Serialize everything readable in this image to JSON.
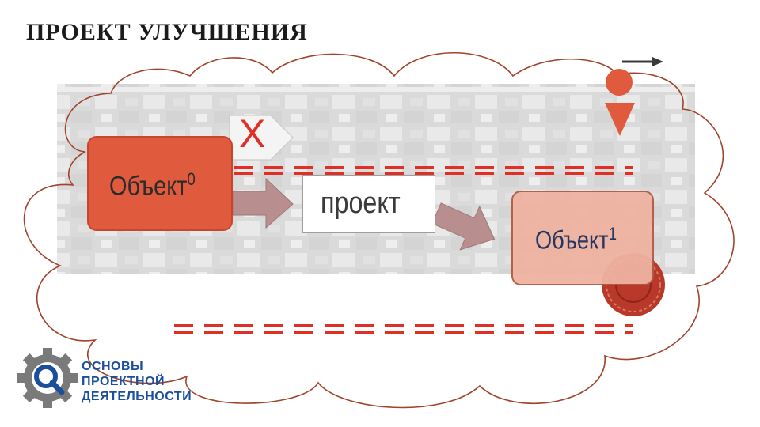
{
  "slide": {
    "title": "ПРОЕКТ УЛУЧШЕНИЯ"
  },
  "diagram": {
    "object_start": {
      "label": "Объект",
      "superscript": "0"
    },
    "x_mark": "X",
    "project": {
      "label": "проект"
    },
    "object_end": {
      "label": "Объект",
      "superscript": "1"
    }
  },
  "logo": {
    "line1": "ОСНОВЫ",
    "line2": "ПРОЕКТНОЙ",
    "line3": "ДЕЯТЕЛЬНОСТИ"
  },
  "colors": {
    "accent_red": "#e03025",
    "box_start": "#e05a3e",
    "box_end": "#efb3a2",
    "cloud_stroke": "#a0432b",
    "arrow_fill": "#b88e8e",
    "logo_blue": "#1a4f9c",
    "logo_gear": "#7a7a7a"
  }
}
